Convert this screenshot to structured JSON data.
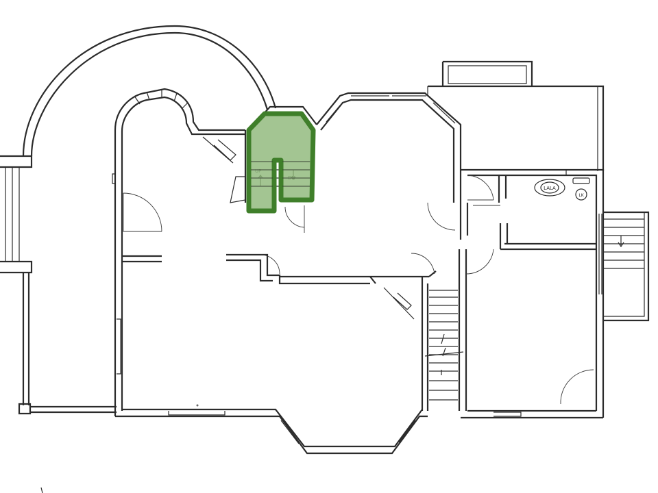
{
  "plan": {
    "highlight": {
      "fill": "#8fb87a",
      "stroke": "#3f7f2a",
      "opacity": 0.82
    },
    "labels": {
      "stair_main_up": "UP",
      "stair_main_dn": "DN",
      "toilet": "LALA",
      "sink": "LK"
    }
  }
}
